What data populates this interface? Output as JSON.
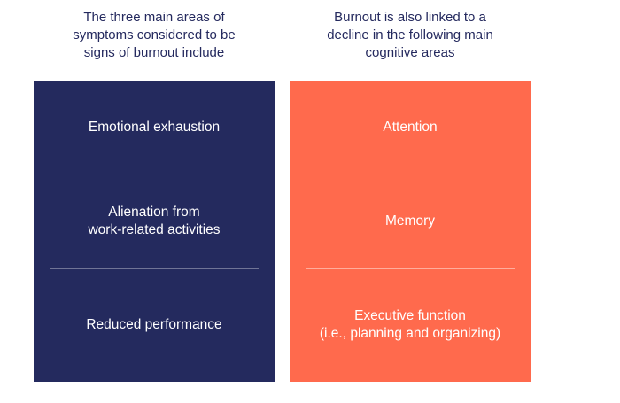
{
  "columns": [
    {
      "heading": "The three main areas of\nsymptoms considered to be\nsigns of burnout include",
      "items": [
        "Emotional exhaustion",
        "Alienation from\nwork-related activities",
        "Reduced performance"
      ],
      "color": "#242a5e"
    },
    {
      "heading": "Burnout is also linked to a\ndecline in the following main\ncognitive areas",
      "items": [
        "Attention",
        "Memory",
        "Executive function\n(i.e., planning and organizing)"
      ],
      "color": "#ff6a4d"
    }
  ]
}
